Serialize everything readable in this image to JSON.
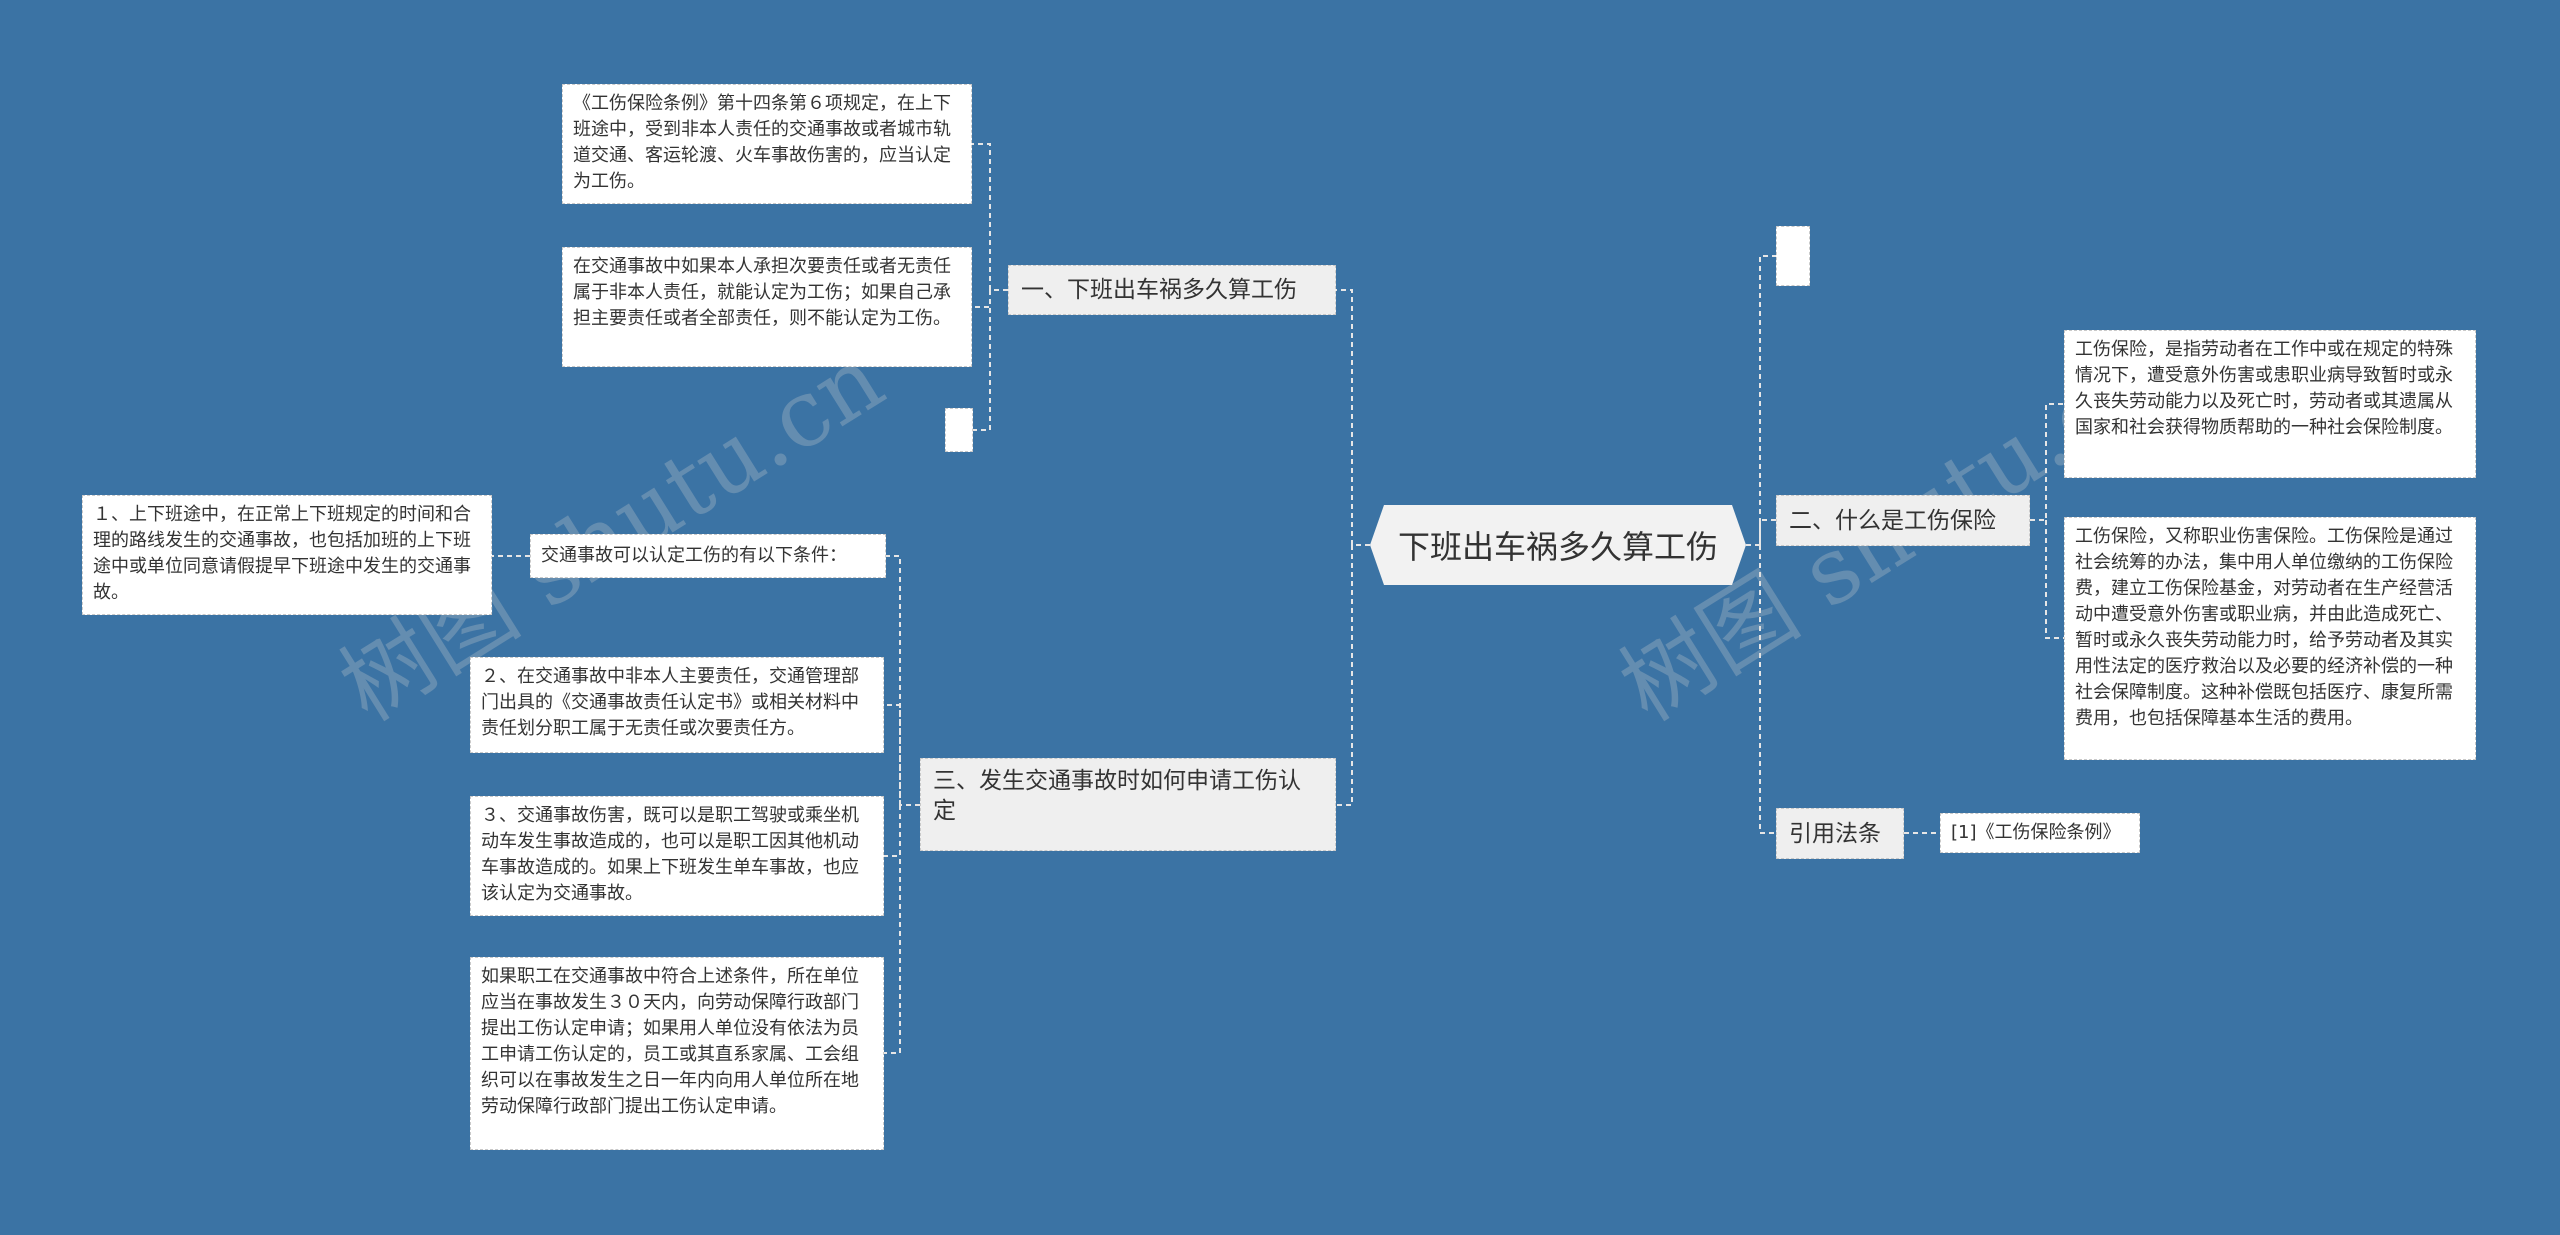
{
  "colors": {
    "background": "#3b73a4",
    "node": "#f4f4f4",
    "line": "#e6e6e6"
  },
  "root": {
    "label": "下班出车祸多久算工伤"
  },
  "branches": {
    "b1": {
      "label": "一、下班出车祸多久算工伤",
      "leaves": [
        "《工伤保险条例》第十四条第６项规定，在上下班途中，受到非本人责任的交通事故或者城市轨道交通、客运轮渡、火车事故伤害的，应当认定为工伤。",
        "在交通事故中如果本人承担次要责任或者无责任属于非本人责任，就能认定为工伤；如果自己承担主要责任或者全部责任，则不能认定为工伤。",
        ""
      ]
    },
    "b3": {
      "label": "三、发生交通事故时如何申请工伤认定",
      "conditions": {
        "label": "交通事故可以认定工伤的有以下条件：",
        "item1": "１、上下班途中，在正常上下班规定的时间和合理的路线发生的交通事故，也包括加班的上下班途中或单位同意请假提早下班途中发生的交通事故。"
      },
      "leaves": [
        "２、在交通事故中非本人主要责任，交通管理部门出具的《交通事故责任认定书》或相关材料中责任划分职工属于无责任或次要责任方。",
        "３、交通事故伤害，既可以是职工驾驶或乘坐机动车发生事故造成的，也可以是职工因其他机动车事故造成的。如果上下班发生单车事故，也应该认定为交通事故。",
        "如果职工在交通事故中符合上述条件，所在单位应当在事故发生３０天内，向劳动保障行政部门提出工伤认定申请；如果用人单位没有依法为员工申请工伤认定的，员工或其直系家属、工会组织可以在事故发生之日一年内向用人单位所在地劳动保障行政部门提出工伤认定申请。"
      ]
    },
    "empty_right": "",
    "b2": {
      "label": "二、什么是工伤保险",
      "leaves": [
        "工伤保险，是指劳动者在工作中或在规定的特殊情况下，遭受意外伤害或患职业病导致暂时或永久丧失劳动能力以及死亡时，劳动者或其遗属从国家和社会获得物质帮助的一种社会保险制度。",
        "工伤保险，又称职业伤害保险。工伤保险是通过社会统筹的办法，集中用人单位缴纳的工伤保险费，建立工伤保险基金，对劳动者在生产经营活动中遭受意外伤害或职业病，并由此造成死亡、暂时或永久丧失劳动能力时，给予劳动者及其实用性法定的医疗救治以及必要的经济补偿的一种社会保障制度。这种补偿既包括医疗、康复所需费用，也包括保障基本生活的费用。"
      ]
    },
    "b4": {
      "label": "引用法条",
      "leaves": [
        "[1]《工伤保险条例》"
      ]
    }
  },
  "watermarks": [
    "树图 shutu.cn",
    "树图 shutu.cn"
  ]
}
